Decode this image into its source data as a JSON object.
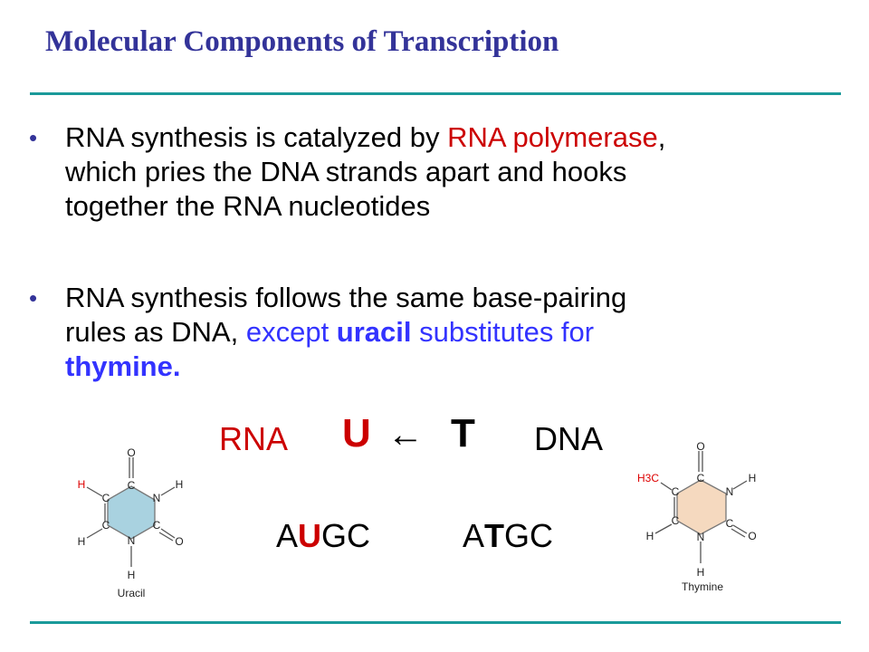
{
  "title": "Molecular Components of Transcription",
  "bullets": [
    {
      "parts": [
        "RNA synthesis is catalyzed by ",
        "RNA polymerase",
        ",",
        "which pries the DNA strands apart and hooks",
        "together the RNA nucleotides"
      ]
    },
    {
      "parts": [
        "RNA synthesis follows the same base-pairing",
        "rules as DNA, ",
        "except ",
        "uracil",
        " substitutes for",
        "thymine."
      ]
    }
  ],
  "diagram": {
    "rna": "RNA",
    "u": "U",
    "arrow": "←",
    "t": "T",
    "dna": "DNA",
    "rna_seq": [
      "A",
      "U",
      "GC"
    ],
    "dna_seq": [
      "A",
      "T",
      "GC"
    ]
  },
  "uracil": {
    "label": "Uracil",
    "atoms": {
      "o_top": "O",
      "c1": "C",
      "n_right": "N",
      "h_right": "H",
      "c2": "C",
      "o_right": "O",
      "n_bottom": "N",
      "h_bottom": "H",
      "c3": "C",
      "h_left": "H",
      "c4": "C",
      "h_red": "H"
    }
  },
  "thymine": {
    "label": "Thymine",
    "atoms": {
      "o_top": "O",
      "c1": "C",
      "n_right": "N",
      "h_right": "H",
      "c2": "C",
      "o_right": "O",
      "n_bottom": "N",
      "h_bottom": "H",
      "c3": "C",
      "h_left": "H",
      "c4": "C",
      "methyl": "H3C"
    }
  },
  "colors": {
    "title": "#333399",
    "rule": "#1a9a9a",
    "red": "#cc0000",
    "blue": "#3333ff"
  }
}
